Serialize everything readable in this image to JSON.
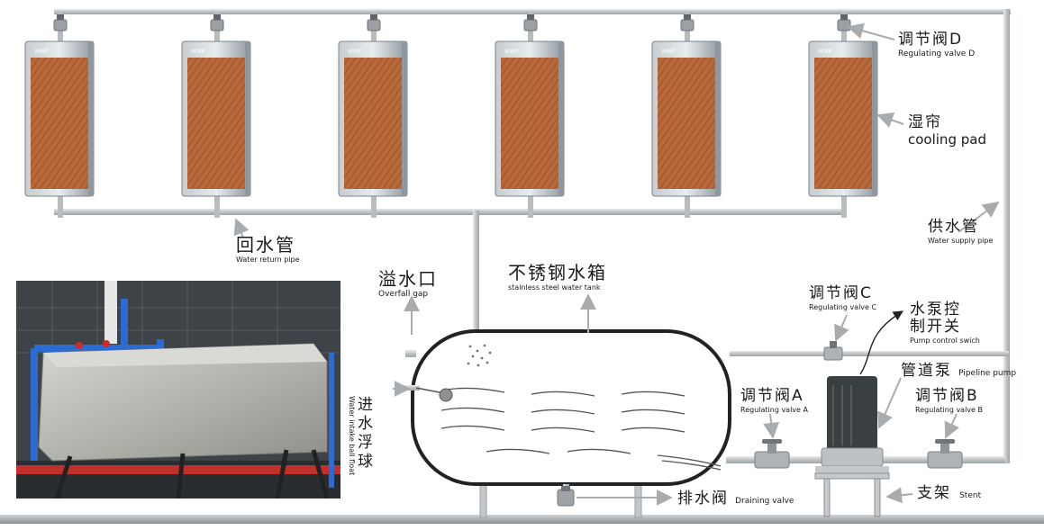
{
  "labels": {
    "valve_d": {
      "cn": "调节阀D",
      "en": "Regulating valve D"
    },
    "pad": {
      "cn": "湿帘",
      "en": "cooling pad"
    },
    "supply": {
      "cn": "供水管",
      "en": "Water supply pipe"
    },
    "return": {
      "cn": "回水管",
      "en": "Water return pipe"
    },
    "overflow": {
      "cn": "溢水口",
      "en": "Overfall gap"
    },
    "tank": {
      "cn": "不锈钢水箱",
      "en": "stainless steel water tank"
    },
    "valve_c": {
      "cn": "调节阀C",
      "en": "Regulating valve C"
    },
    "switch": {
      "cn": "水泵控制开关",
      "cn1": "水泵控",
      "cn2": "制开关",
      "en": "Pump control swich"
    },
    "pump": {
      "cn": "管道泵",
      "en": "Pipeline pump"
    },
    "valve_a": {
      "cn": "调节阀A",
      "en": "Regulating valve A"
    },
    "valve_b": {
      "cn": "调节阀B",
      "en": "Regulating valve B"
    },
    "float": {
      "cn": "进水浮球",
      "en": "Water intake ball float"
    },
    "drain": {
      "cn": "排水阀",
      "en": "Draining valve"
    },
    "stent": {
      "cn": "支架",
      "en": "Stent"
    }
  },
  "pad_brand": "WWP",
  "colors": {
    "pad": "#b8683a",
    "pad_dark": "#8e4a24",
    "frame": "#9aa3a8",
    "pipe": "#c9cdd0",
    "tank_stroke": "#222222"
  }
}
